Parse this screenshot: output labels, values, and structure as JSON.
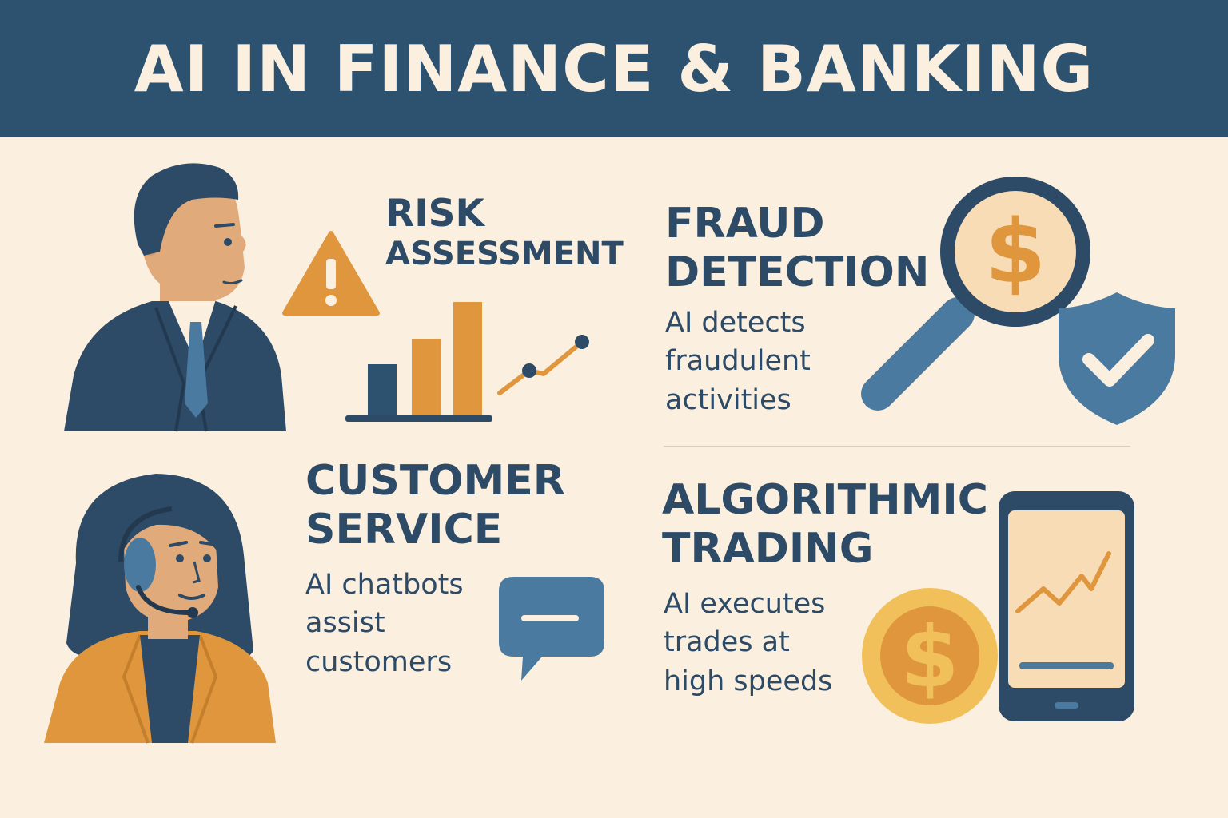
{
  "banner": {
    "title": "AI IN FINANCE & BANKING"
  },
  "sections": {
    "risk": {
      "title_lines": [
        "RISK",
        "ASSESSMENT"
      ]
    },
    "fraud": {
      "title_lines": [
        "FRAUD",
        "DETECTION"
      ],
      "desc_lines": [
        "AI detects",
        "fraudulent",
        "activities"
      ]
    },
    "customer": {
      "title_lines": [
        "CUSTOMER",
        "SERVICE"
      ],
      "desc_lines": [
        "AI chatbots",
        "assist",
        "customers"
      ]
    },
    "trading": {
      "title_lines": [
        "ALGORITHMIC",
        "TRADING"
      ],
      "desc_lines": [
        "AI executes",
        "trades at",
        "high speeds"
      ]
    }
  },
  "colors": {
    "navy": "#2d4a67",
    "banner": "#2d5270",
    "orange": "#df963c",
    "blue": "#4a7aa0",
    "skin": "#e0aa7a",
    "cream": "#fbf0df",
    "gold": "#f2c05a"
  }
}
